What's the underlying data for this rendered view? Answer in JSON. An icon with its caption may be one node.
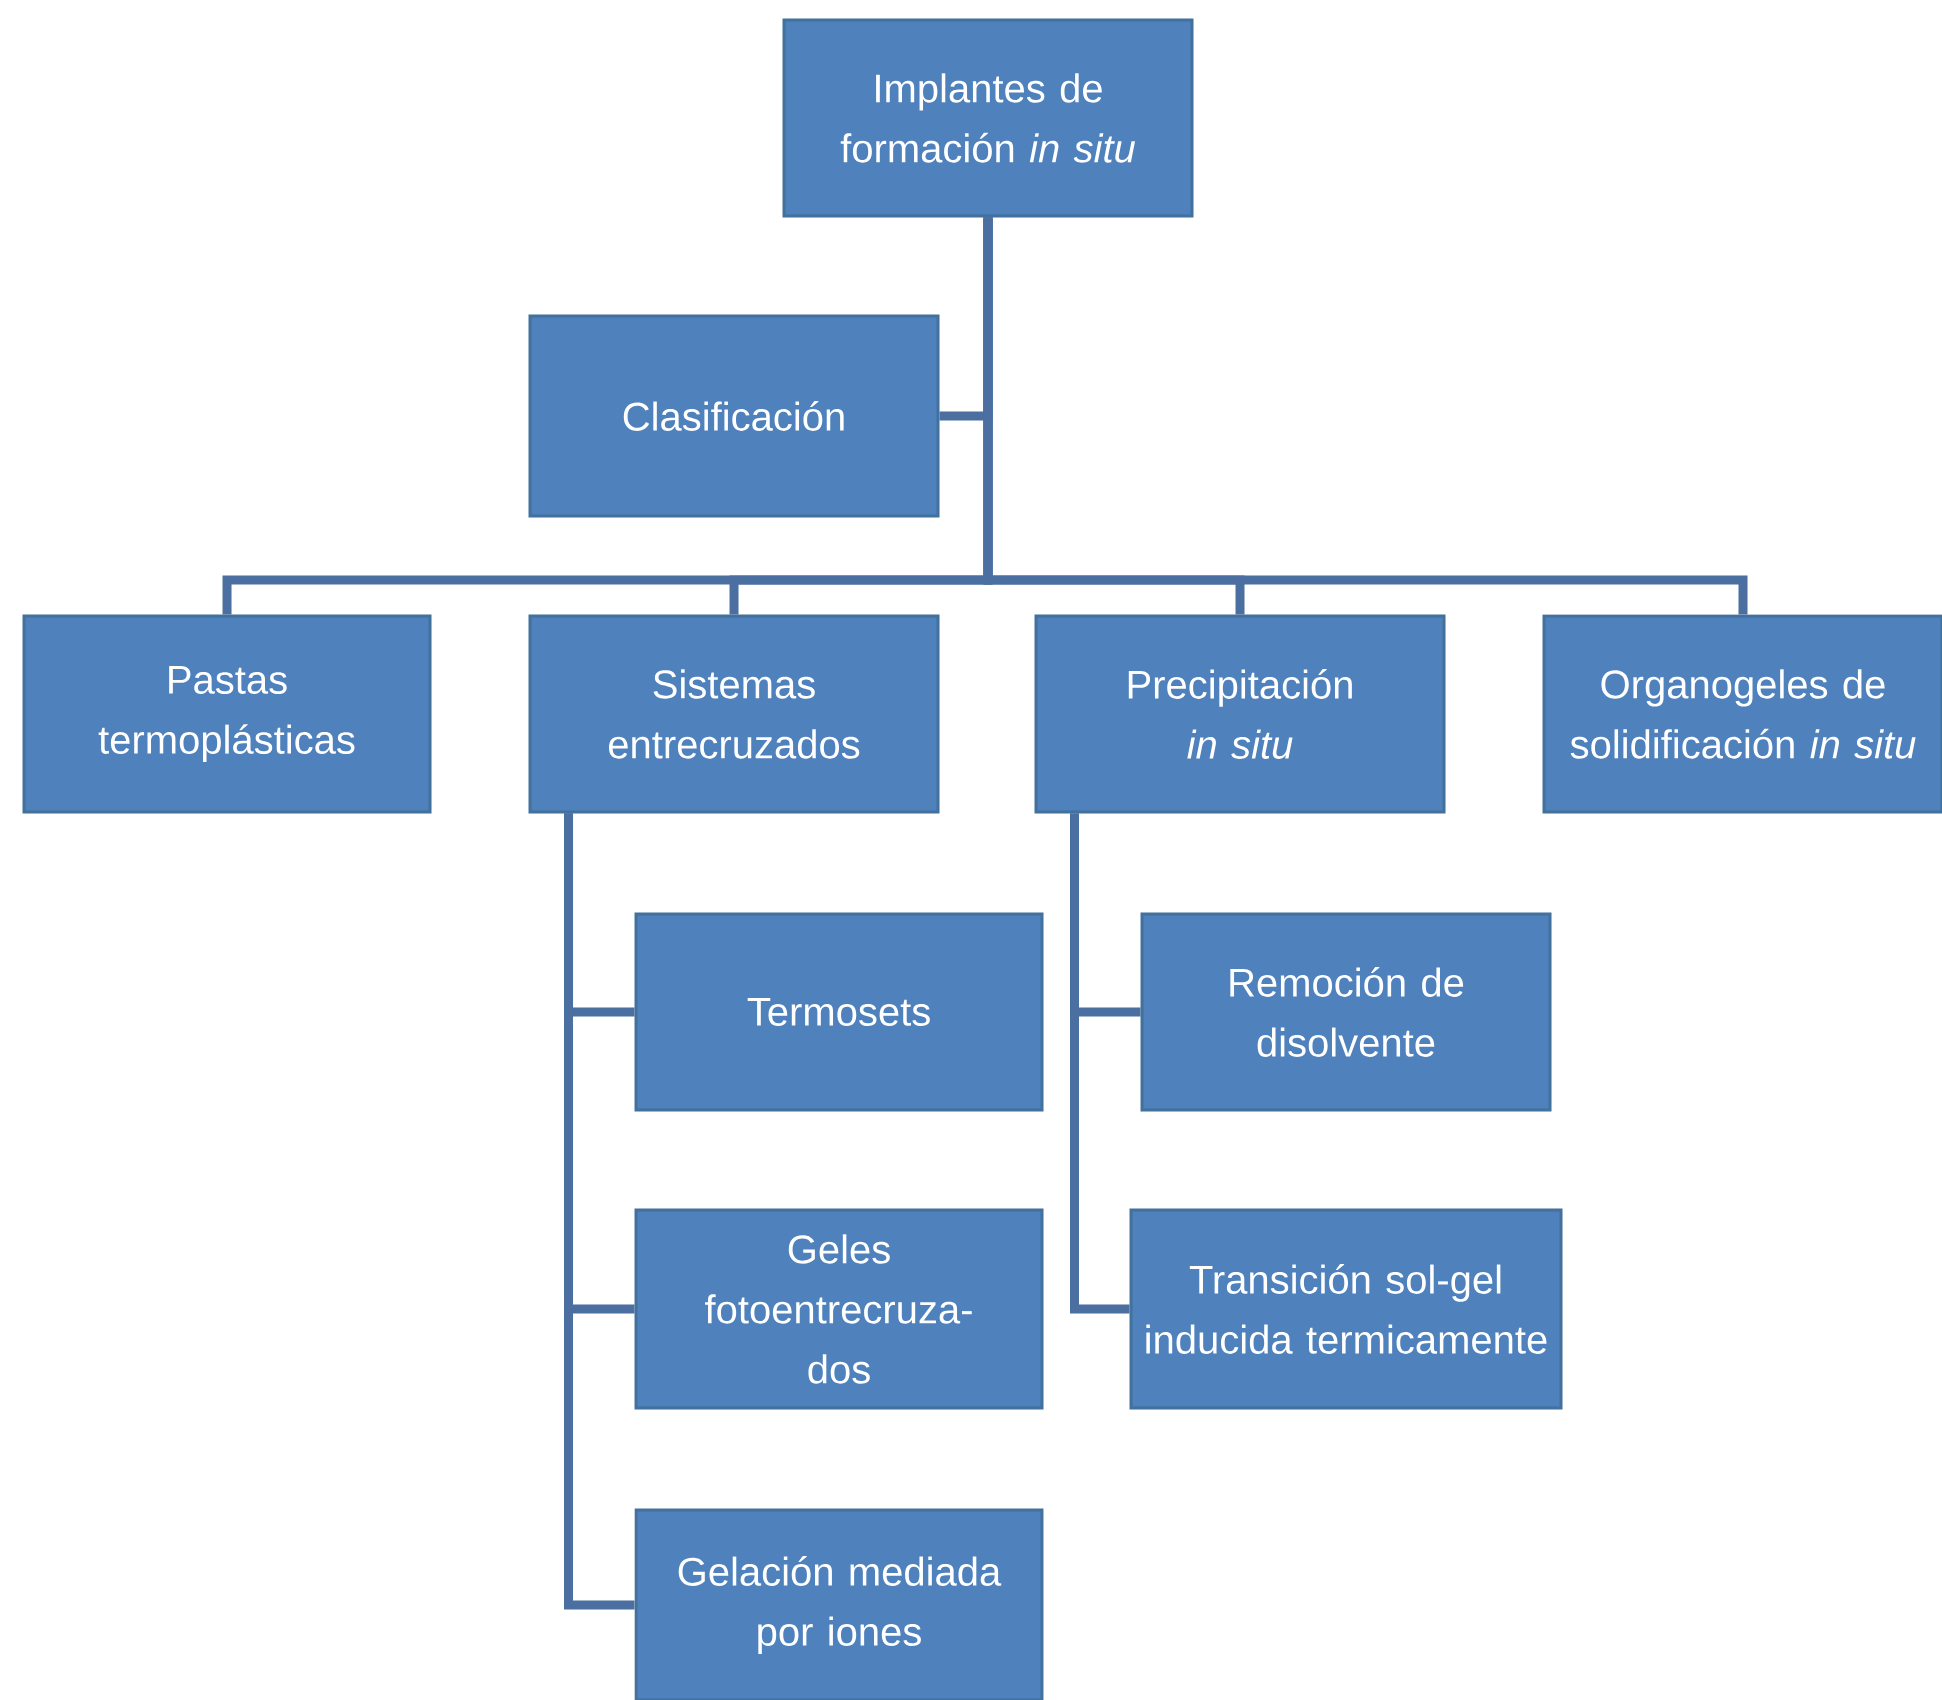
{
  "diagram": {
    "nodes": [
      {
        "text": [
          "Implantes de formación *in situ*"
        ]
      },
      {
        "text": [
          "Clasificación"
        ]
      },
      {
        "text": [
          "Pastas termoplásticas"
        ]
      },
      {
        "text": [
          "Sistemas entrecruzados"
        ]
      },
      {
        "text": [
          "Precipitación *in situ*"
        ]
      },
      {
        "text": [
          "Organogeles de solidificación *in situ*"
        ]
      },
      {
        "text": [
          "Termosets"
        ]
      },
      {
        "text": [
          "Geles fotoentrecruza-dos"
        ]
      },
      {
        "text": [
          "Gelación mediada por iones"
        ]
      },
      {
        "text": [
          "Remoción de disolvente"
        ]
      },
      {
        "text": [
          "Transición sol-gel inducida termicamente"
        ]
      }
    ],
    "edges": [
      {
        "from": 0,
        "to": 1,
        "arrow": "none"
      },
      {
        "from": 0,
        "to": 2,
        "arrow": "none"
      },
      {
        "from": 0,
        "to": 3,
        "arrow": "none"
      },
      {
        "from": 0,
        "to": 4,
        "arrow": "none"
      },
      {
        "from": 0,
        "to": 5,
        "arrow": "none"
      },
      {
        "from": 3,
        "to": 6,
        "arrow": "none"
      },
      {
        "from": 3,
        "to": 7,
        "arrow": "none"
      },
      {
        "from": 3,
        "to": 8,
        "arrow": "none"
      },
      {
        "from": 4,
        "to": 9,
        "arrow": "none"
      },
      {
        "from": 4,
        "to": 10,
        "arrow": "none"
      }
    ]
  }
}
